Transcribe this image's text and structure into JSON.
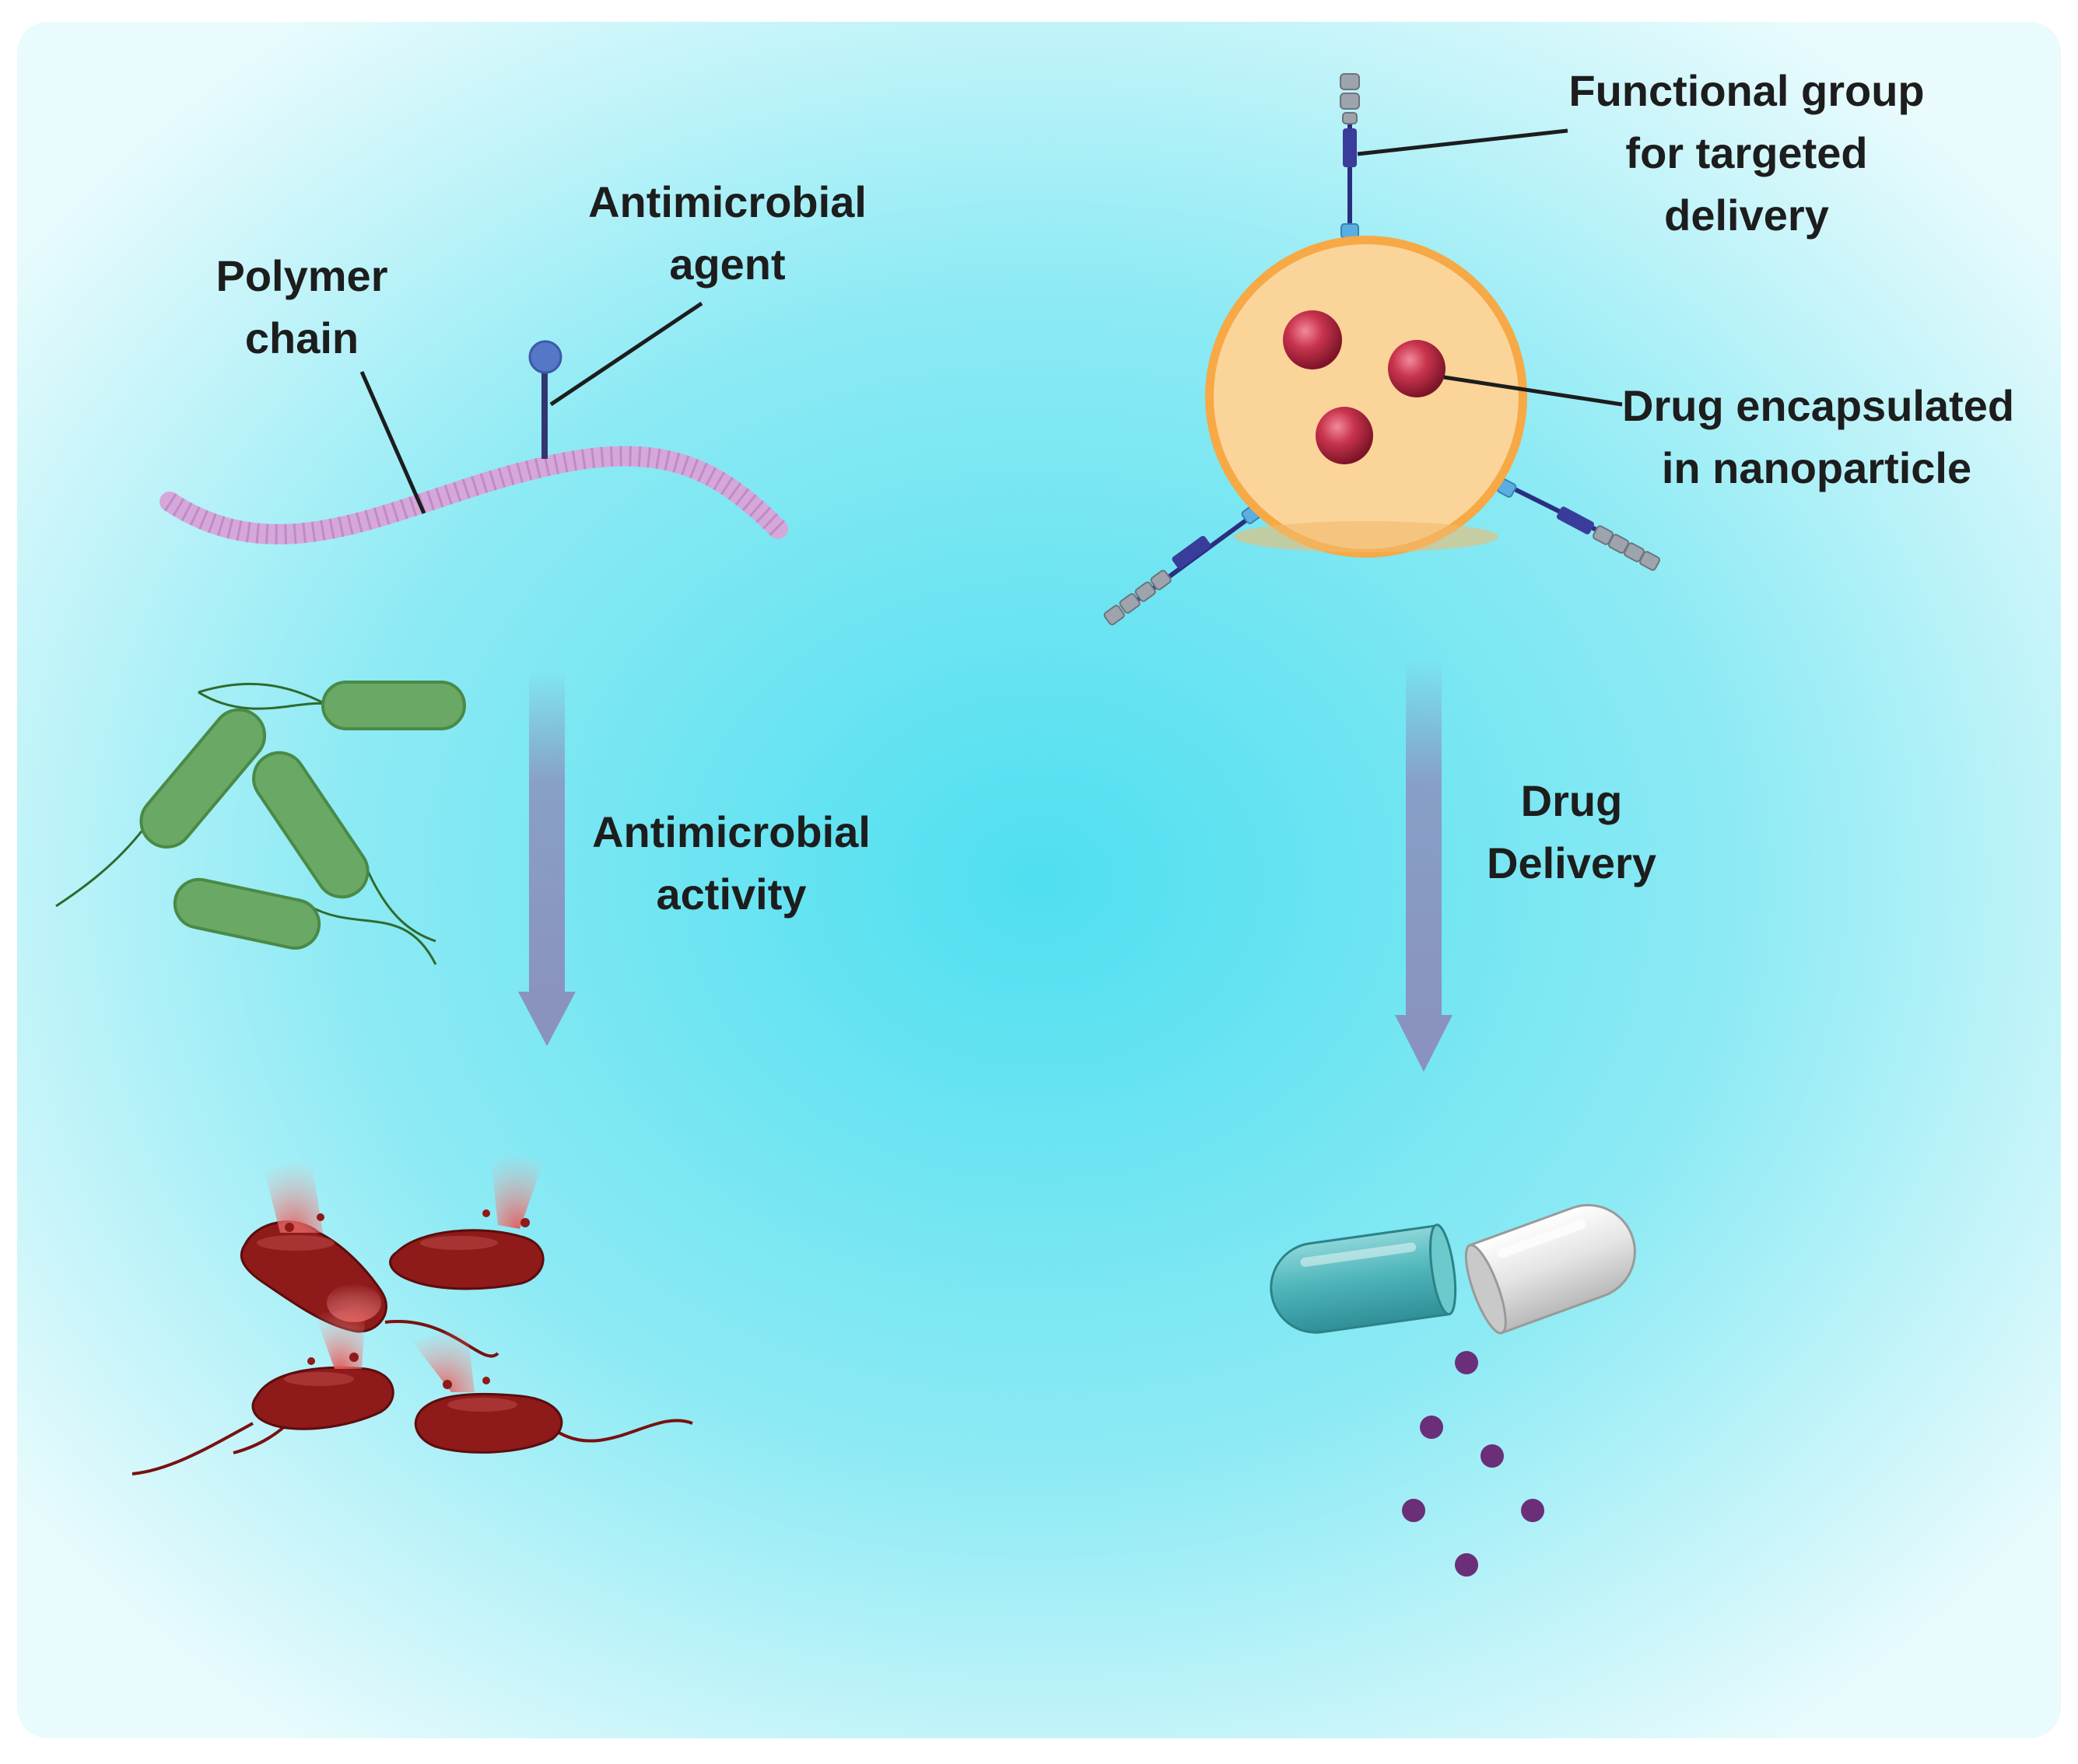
{
  "colors": {
    "background_center": "#4fdff0",
    "background_edge": "#e9fbfd",
    "polymer": "#d6a8da",
    "agent": "#5577c8",
    "bacteria_live": "#6aa866",
    "bacteria_dead": "#8e1a1a",
    "burst": "#f09090",
    "arrow": "#8a93c0",
    "nanoparticle_fill": "#fbd49a",
    "nanoparticle_ring": "#f6a945",
    "drug_sphere": "#c8344d",
    "capsule_teal": "#4fb6bb",
    "capsule_white": "#e4e4e4",
    "powder": "#6a2f78"
  },
  "labels": {
    "polymer_chain": [
      "Polymer",
      "chain"
    ],
    "antimicrobial_agent": [
      "Antimicrobial",
      "agent"
    ],
    "antimicrobial_activity": [
      "Antimicrobial",
      "activity"
    ],
    "functional_group": [
      "Functional group",
      "for targeted",
      "delivery"
    ],
    "drug_encapsulated": [
      "Drug encapsulated",
      "in nanoparticle"
    ],
    "drug_delivery": [
      "Drug",
      "Delivery"
    ]
  },
  "icons": {
    "polymer": "polymer-chain-icon",
    "agent": "antimicrobial-agent-icon",
    "bacteria": "live-bacteria-icon",
    "dead_bacteria": "lysed-bacteria-icon",
    "nanoparticle": "nanoparticle-icon",
    "capsule": "open-capsule-icon"
  }
}
